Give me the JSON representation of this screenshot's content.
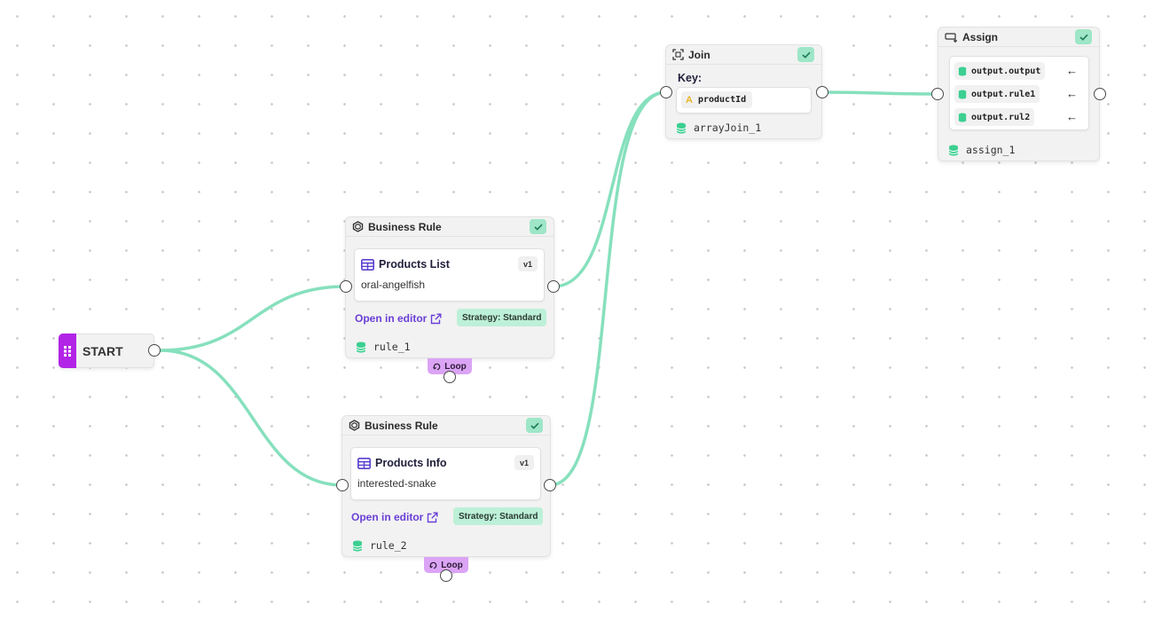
{
  "start": {
    "label": "START"
  },
  "rules": [
    {
      "header": "Business Rule",
      "title": "Products List",
      "version": "v1",
      "slug": "oral-angelfish",
      "open_editor": "Open in editor",
      "strategy": "Strategy: Standard",
      "output_name": "rule_1",
      "loop_label": "Loop"
    },
    {
      "header": "Business Rule",
      "title": "Products Info",
      "version": "v1",
      "slug": "interested-snake",
      "open_editor": "Open in editor",
      "strategy": "Strategy: Standard",
      "output_name": "rule_2",
      "loop_label": "Loop"
    }
  ],
  "join": {
    "header": "Join",
    "key_label": "Key:",
    "key_value": "productId",
    "key_type_icon": "A",
    "output_name": "arrayJoin_1"
  },
  "assign": {
    "header": "Assign",
    "rows": [
      {
        "target": "output.output",
        "arrow": "←"
      },
      {
        "target": "output.rule1",
        "arrow": "←"
      },
      {
        "target": "output.rul2",
        "arrow": "←"
      }
    ],
    "output_name": "assign_1"
  },
  "colors": {
    "edge": "#86e0bd",
    "start_grip": "#b224e6",
    "check": "#9ee6c7",
    "strategy_badge": "#bdf0d8",
    "loop_badge": "#dba4f5",
    "link": "#6a3fd6",
    "table_icon": "#5b3fd0",
    "db_icon": "#3ccf91"
  },
  "icons": {
    "start": "grip-icon",
    "rule_header": "hexagon-icon",
    "rule_title": "table-icon",
    "open_editor": "external-link-icon",
    "loop": "loop-icon",
    "join_header": "join-icon",
    "assign_header": "assign-icon",
    "output": "database-icon",
    "status": "check-icon"
  }
}
